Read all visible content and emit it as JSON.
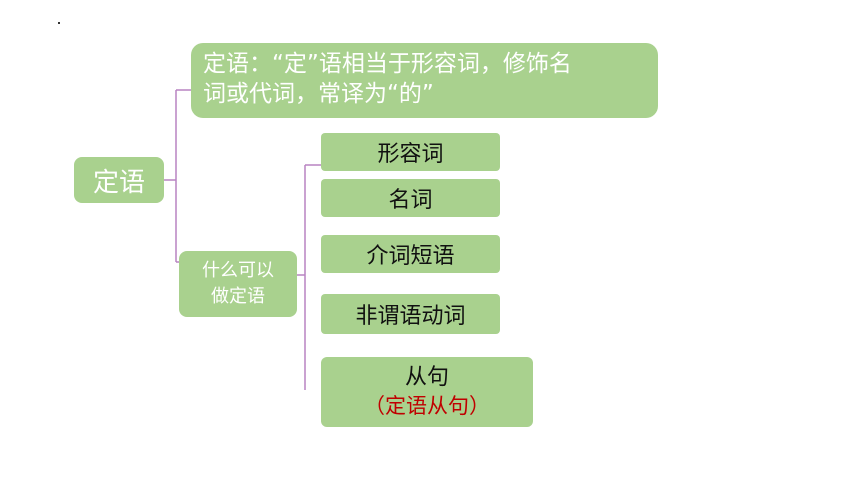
{
  "definition": {
    "line1": "定语：“定”语相当于形容词，修饰名",
    "line2": "词或代词，常译为“的”"
  },
  "root": {
    "label": "定语"
  },
  "question": {
    "line1": "什么可以",
    "line2": "做定语"
  },
  "options": [
    {
      "label": "形容词"
    },
    {
      "label": "名词"
    },
    {
      "label": "介词短语"
    },
    {
      "label": "非谓语动词"
    },
    {
      "label": "从句",
      "note": "（定语从句）"
    }
  ],
  "colors": {
    "box_fill": "#a9d18e",
    "bracket": "#b884c2",
    "note": "#c00000"
  }
}
